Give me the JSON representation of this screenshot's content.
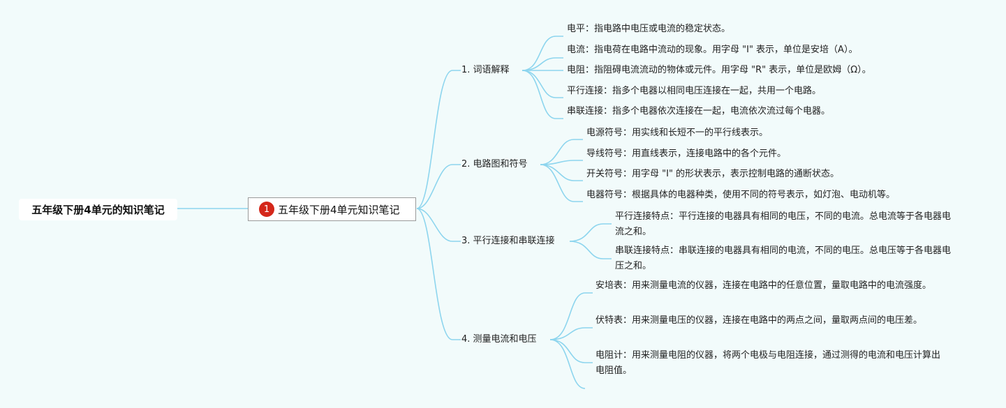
{
  "colors": {
    "background": "#f2fbfb",
    "connector": "#8dd5ee",
    "badge": "#d4271a"
  },
  "root": {
    "title": "五年级下册4单元的知识笔记"
  },
  "center": {
    "badge": "1",
    "title": "五年级下册4单元知识笔记"
  },
  "branches": [
    {
      "label": "1. 词语解释",
      "items": [
        "电平：指电路中电压或电流的稳定状态。",
        "电流：指电荷在电路中流动的现象。用字母 \"I\" 表示，单位是安培（A）。",
        "电阻：指阻碍电流流动的物体或元件。用字母 \"R\" 表示，单位是欧姆（Ω）。",
        "平行连接：指多个电器以相同电压连接在一起，共用一个电路。",
        "串联连接：指多个电器依次连接在一起，电流依次流过每个电器。"
      ]
    },
    {
      "label": "2. 电路图和符号",
      "items": [
        "电源符号：用实线和长短不一的平行线表示。",
        "导线符号：用直线表示，连接电路中的各个元件。",
        "开关符号：用字母 \"I\" 的形状表示，表示控制电路的通断状态。",
        "电器符号：根据具体的电器种类，使用不同的符号表示，如灯泡、电动机等。"
      ]
    },
    {
      "label": "3. 平行连接和串联连接",
      "items": [
        "平行连接特点：平行连接的电器具有相同的电压，不同的电流。总电流等于各电器电流之和。",
        "串联连接特点：串联连接的电器具有相同的电流，不同的电压。总电压等于各电器电压之和。"
      ]
    },
    {
      "label": "4. 测量电流和电压",
      "items": [
        "安培表：用来测量电流的仪器，连接在电路中的任意位置，量取电路中的电流强度。",
        "伏特表：用来测量电压的仪器，连接在电路中的两点之间，量取两点间的电压差。",
        "电阻计：用来测量电阻的仪器，将两个电极与电阻连接，通过测得的电流和电压计算出电阻值。"
      ]
    }
  ]
}
